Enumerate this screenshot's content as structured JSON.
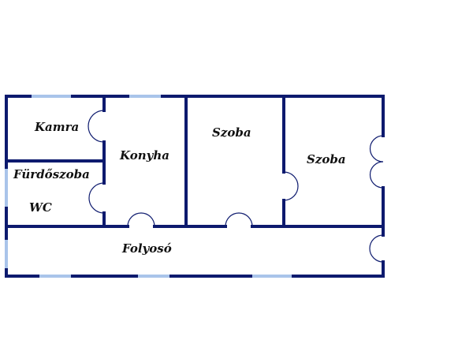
{
  "rooms": {
    "kamra": "Kamra",
    "konyha": "Konyha",
    "szoba_1": "Szoba",
    "szoba_2": "Szoba",
    "furdoszoba": "Fürdőszoba",
    "wc": "WC",
    "folyoso": "Folyosó"
  },
  "colors": {
    "wall": "#0d1a6e",
    "window": "#a9c4ea",
    "background": "#ffffff",
    "label": "#111111"
  }
}
